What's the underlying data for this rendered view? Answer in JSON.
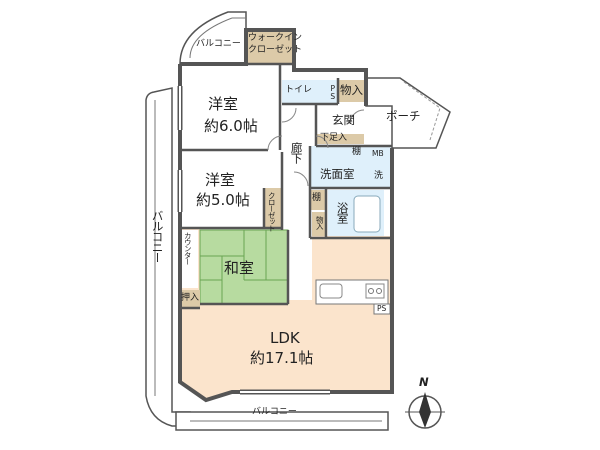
{
  "colors": {
    "tatami": "#b7dba0",
    "tatami_line": "#6aa452",
    "ldk_floor": "#fbe4cc",
    "storage": "#dccaa8",
    "wet_area": "#dff0fb",
    "wall": "#555555",
    "balcony_fill": "#ffffff"
  },
  "rooms": {
    "western1_name": "洋室",
    "western1_size": "約6.0帖",
    "western2_name": "洋室",
    "western2_size": "約5.0帖",
    "washitsu": "和室",
    "ldk_name": "LDK",
    "ldk_size": "約17.1帖",
    "walkin_line1": "ウォークイン",
    "walkin_line2": "クローゼット",
    "toilet": "トイレ",
    "ps": "PS",
    "storage_top": "物入",
    "genkan": "玄関",
    "porch": "ポーチ",
    "shoe_closet": "下足入",
    "shelf1": "棚",
    "mb": "MB",
    "corridor": "廊下",
    "washroom": "洗面室",
    "washer": "洗",
    "shelf2": "棚",
    "storage_bath": "物入",
    "bath": "浴室",
    "closet_small": "クローゼット",
    "counter": "カウンター",
    "oshiire": "押入",
    "ps_kitchen": "PS"
  },
  "balconies": {
    "top": "バルコニー",
    "left": "バルコニー",
    "bottom": "バルコニー"
  },
  "compass": {
    "label": "N"
  }
}
